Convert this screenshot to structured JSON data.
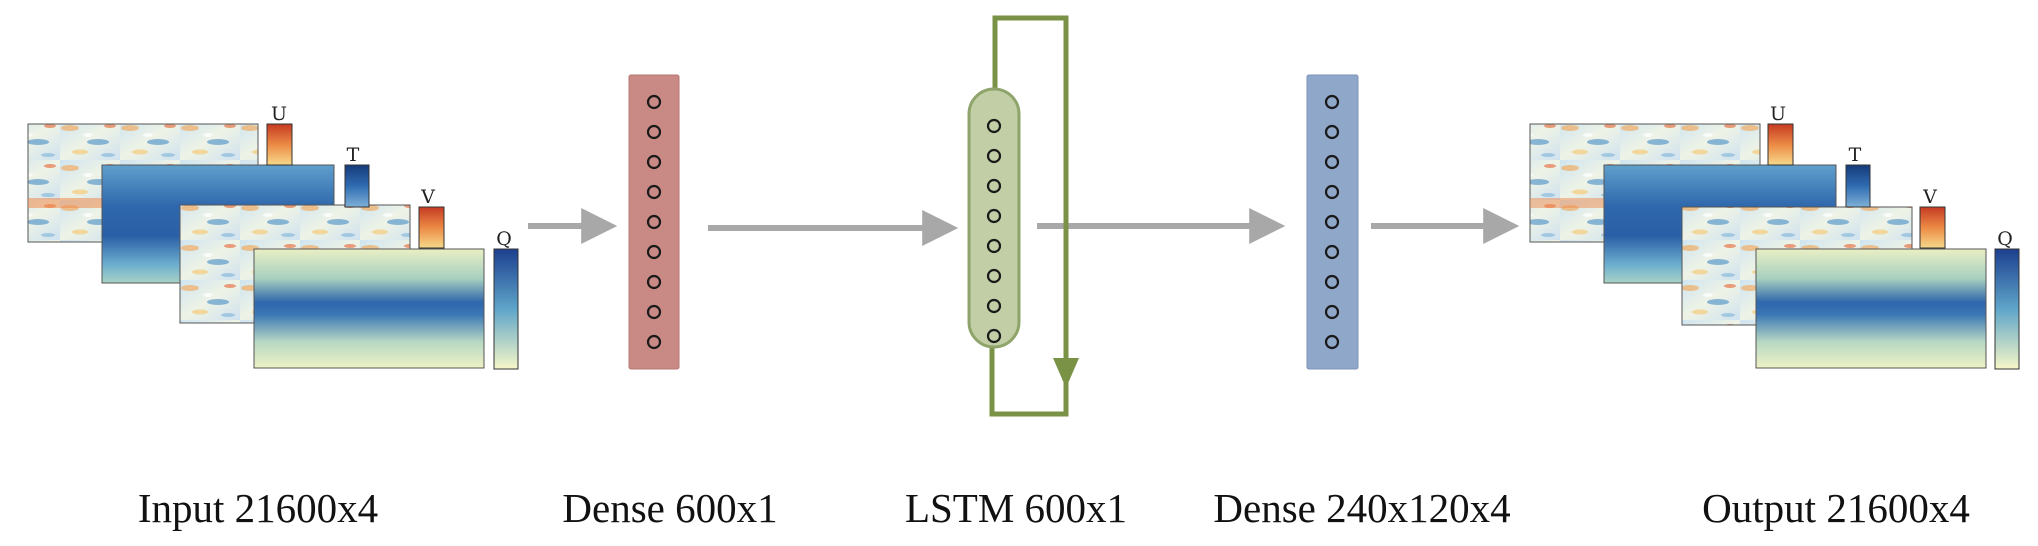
{
  "stages": {
    "input": {
      "caption": "Input 21600x4"
    },
    "dense1": {
      "caption": "Dense 600x1"
    },
    "lstm": {
      "caption": "LSTM 600x1"
    },
    "dense2": {
      "caption": "Dense 240x120x4"
    },
    "output": {
      "caption": "Output 21600x4"
    }
  },
  "variables": [
    {
      "label": "U",
      "kind": "wind-field",
      "bar_colors": [
        "#f4d27a",
        "#e9733a",
        "#c8361f"
      ]
    },
    {
      "label": "T",
      "kind": "temperature-field",
      "bar_colors": [
        "#6fa3d3",
        "#2d64a8",
        "#153a7a"
      ]
    },
    {
      "label": "V",
      "kind": "wind-field",
      "bar_colors": [
        "#f4d27a",
        "#e9733a",
        "#c8361f"
      ]
    },
    {
      "label": "Q",
      "kind": "humidity-field",
      "bar_colors": [
        "#f5f6c6",
        "#5fa5c9",
        "#1c3f8f"
      ]
    }
  ],
  "colors": {
    "arrow": "#a8a8a8",
    "dense1_fill": "#c98a86",
    "lstm_fill": "#c1cea6",
    "lstm_loop": "#7a9246",
    "dense2_fill": "#8fa7c9"
  },
  "node_counts": {
    "dense1": 9,
    "lstm": 8,
    "dense2": 9
  }
}
